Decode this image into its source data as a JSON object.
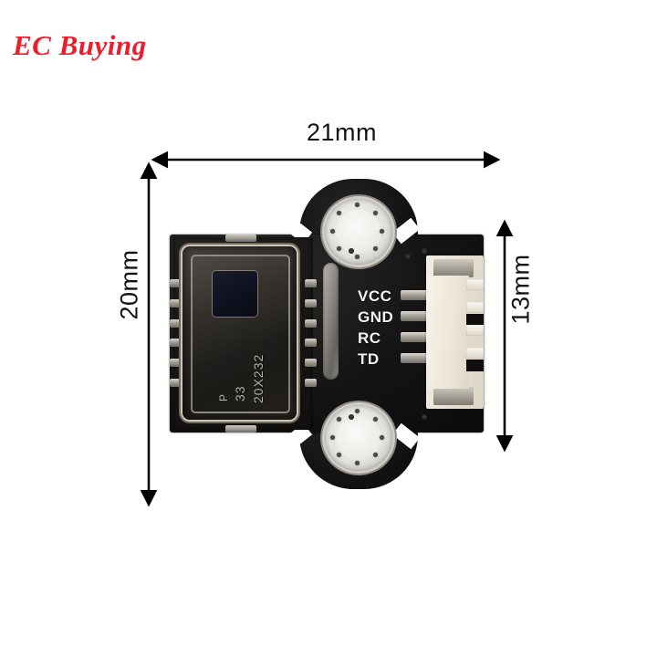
{
  "brand": {
    "logo_text": "EC Buying",
    "logo_color": "#ef1b2b"
  },
  "dimensions": {
    "width_label": "21mm",
    "height_left_label": "20mm",
    "height_right_label": "13mm",
    "line_color": "#000000"
  },
  "product": {
    "board_color": "#141313",
    "sensor": {
      "mark_letter": "P",
      "mark_number": "33",
      "mark_part": "20X232",
      "window_color": "#0f1120"
    },
    "pins": [
      {
        "label": "VCC"
      },
      {
        "label": "GND"
      },
      {
        "label": "RC"
      },
      {
        "label": "TD"
      }
    ],
    "connector": {
      "name": "jst-connector",
      "color": "#ece5d8",
      "pin_count": 4
    },
    "mounting_holes": 2
  }
}
